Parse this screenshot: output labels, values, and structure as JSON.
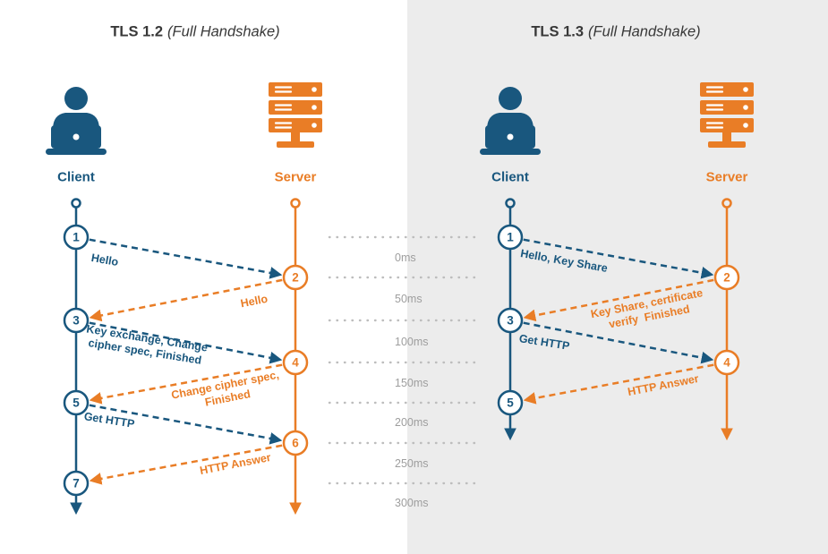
{
  "palette": {
    "client_blue": "#19577e",
    "server_orange": "#e97d26",
    "tls13_panel_gray": "#ececec",
    "time_label_gray": "#9e9e9e"
  },
  "tls12": {
    "title": "TLS 1.2",
    "subtitle": "(Full Handshake)",
    "client_label": "Client",
    "server_label": "Server",
    "client_nodes": [
      "1",
      "3",
      "5",
      "7"
    ],
    "server_nodes": [
      "2",
      "4",
      "6"
    ],
    "messages": [
      {
        "from": "client",
        "to": "server",
        "label_lines": [
          "Hello"
        ]
      },
      {
        "from": "server",
        "to": "client",
        "label_lines": [
          "Hello"
        ]
      },
      {
        "from": "client",
        "to": "server",
        "label_lines": [
          "Key exchange, Change",
          "cipher spec, Finished"
        ]
      },
      {
        "from": "server",
        "to": "client",
        "label_lines": [
          "Change cipher spec,",
          "Finished"
        ]
      },
      {
        "from": "client",
        "to": "server",
        "label_lines": [
          "Get HTTP"
        ]
      },
      {
        "from": "server",
        "to": "client",
        "label_lines": [
          "HTTP Answer"
        ]
      }
    ]
  },
  "tls13": {
    "title": "TLS 1.3",
    "subtitle": "(Full Handshake)",
    "client_label": "Client",
    "server_label": "Server",
    "client_nodes": [
      "1",
      "3",
      "5"
    ],
    "server_nodes": [
      "2",
      "4"
    ],
    "messages": [
      {
        "from": "client",
        "to": "server",
        "label_lines": [
          "Hello, Key Share"
        ]
      },
      {
        "from": "server",
        "to": "client",
        "label_lines": [
          "Key Share, certificate",
          "verify  Finished"
        ]
      },
      {
        "from": "client",
        "to": "server",
        "label_lines": [
          "Get HTTP"
        ]
      },
      {
        "from": "server",
        "to": "client",
        "label_lines": [
          "HTTP Answer"
        ]
      }
    ]
  },
  "timeline": {
    "labels": [
      "0ms",
      "50ms",
      "100ms",
      "150ms",
      "200ms",
      "250ms",
      "300ms"
    ]
  }
}
